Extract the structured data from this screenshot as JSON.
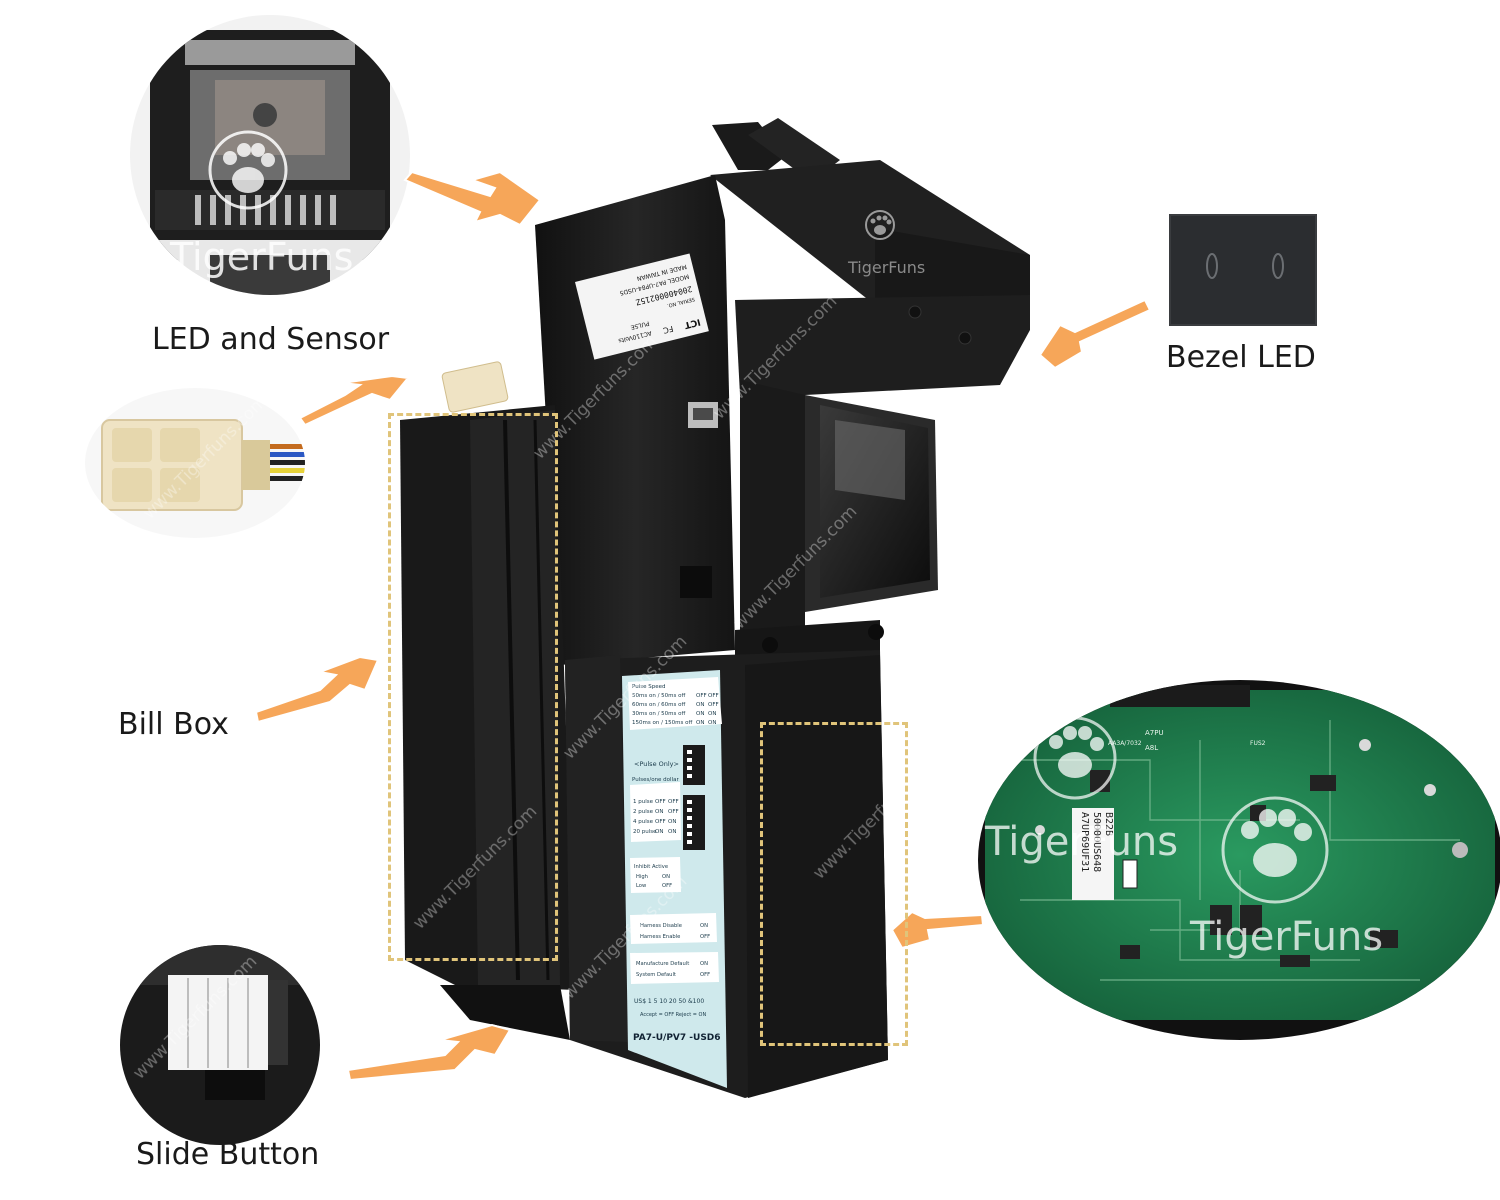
{
  "callouts": {
    "led_sensor": "LED and Sensor",
    "bezel_led": "Bezel LED",
    "bill_box": "Bill Box",
    "slide_button": "Slide Button"
  },
  "watermark": {
    "brand": "TigerFuns",
    "site": "www.Tigerfuns.com"
  },
  "device_label": {
    "brand": "ICT",
    "model_line": "MODEL PA7-UP84-USD5",
    "made_in": "MADE IN TAIWAN",
    "serial_label": "SERIAL NO.",
    "serial": "20040000215Z",
    "power": "AC110Volts",
    "pulse": "PULSE",
    "cert": "FC"
  },
  "dip_panel": {
    "section1_title": "Pulse Speed",
    "speed_rows": [
      {
        "label": "50ms on / 50ms off",
        "a": "OFF",
        "b": "OFF"
      },
      {
        "label": "60ms on / 60ms off",
        "a": "ON",
        "b": "OFF"
      },
      {
        "label": "30ms on / 50ms off",
        "a": "ON",
        "b": "ON"
      },
      {
        "label": "150ms on / 150ms off",
        "a": "ON",
        "b": "ON"
      }
    ],
    "pulse_only": "<Pulse Only>",
    "section2_title": "Pulses/one dollar",
    "pulse_rows": [
      {
        "label": "1 pulse",
        "a": "OFF",
        "b": "OFF"
      },
      {
        "label": "2 pulse",
        "a": "ON",
        "b": "OFF"
      },
      {
        "label": "4 pulse",
        "a": "OFF",
        "b": "ON"
      },
      {
        "label": "20 pulse",
        "a": "ON",
        "b": "ON"
      }
    ],
    "inhibit_rows": [
      {
        "label": "Inhibit Active",
        "a": ""
      },
      {
        "label": "High",
        "a": "ON"
      },
      {
        "label": "Low",
        "a": "OFF"
      }
    ],
    "harness_rows": [
      {
        "label": "Harness Disable",
        "a": "ON"
      },
      {
        "label": "Harness Enable",
        "a": "OFF"
      }
    ],
    "default_rows": [
      {
        "label": "Manufacture Default",
        "a": "ON"
      },
      {
        "label": "System Default",
        "a": "OFF"
      }
    ],
    "currency_row": "US$  1   5  10  20  50 &100",
    "accept_reject": "Accept = OFF    Reject = ON",
    "model": "PA7-U/PV7 -USD6"
  },
  "pcb": {
    "sticker_line1": "A7UP69UF31",
    "sticker_line2": "50000US648",
    "sticker_line3": "B22B",
    "marks": [
      "A7PU",
      "A8L",
      "AA3A/7032",
      "FUS2"
    ]
  },
  "colors": {
    "arrow": "#f6a659",
    "arrow_edge": "#ffffff",
    "dashed": "#e0c47a",
    "device_body": "#1c1c1c",
    "label_panel": "#cfe9ec",
    "pcb": "#1f7a4c"
  }
}
